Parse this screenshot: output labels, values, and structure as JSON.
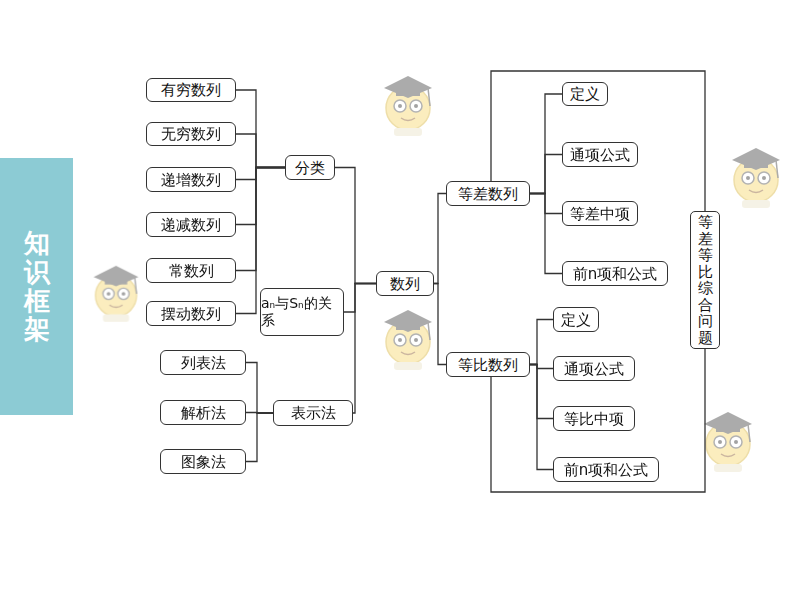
{
  "diagram": {
    "nodes": [
      {
        "text": [
          "知识框架"
        ]
      },
      {
        "text": [
          "有穷数列"
        ]
      },
      {
        "text": [
          "无穷数列"
        ]
      },
      {
        "text": [
          "递增数列"
        ]
      },
      {
        "text": [
          "递减数列"
        ]
      },
      {
        "text": [
          "常数列"
        ]
      },
      {
        "text": [
          "摆动数列"
        ]
      },
      {
        "text": [
          "分类"
        ]
      },
      {
        "text": [
          "aₙ与Sₙ的关系"
        ]
      },
      {
        "text": [
          "列表法"
        ]
      },
      {
        "text": [
          "解析法"
        ]
      },
      {
        "text": [
          "图象法"
        ]
      },
      {
        "text": [
          "表示法"
        ]
      },
      {
        "text": [
          "数列"
        ]
      },
      {
        "text": [
          "等差数列"
        ]
      },
      {
        "text": [
          "定义"
        ]
      },
      {
        "text": [
          "通项公式"
        ]
      },
      {
        "text": [
          "等差中项"
        ]
      },
      {
        "text": [
          "前n项和公式"
        ]
      },
      {
        "text": [
          "等比数列"
        ]
      },
      {
        "text": [
          "定义"
        ]
      },
      {
        "text": [
          "通项公式"
        ]
      },
      {
        "text": [
          "等比中项"
        ]
      },
      {
        "text": [
          "前n项和公式"
        ]
      },
      {
        "text": [
          "等差等比综合问题"
        ]
      }
    ],
    "edges": [
      {
        "from": 7,
        "to": 1,
        "arrow": "none"
      },
      {
        "from": 7,
        "to": 2,
        "arrow": "none"
      },
      {
        "from": 7,
        "to": 3,
        "arrow": "none"
      },
      {
        "from": 7,
        "to": 4,
        "arrow": "none"
      },
      {
        "from": 7,
        "to": 5,
        "arrow": "none"
      },
      {
        "from": 7,
        "to": 6,
        "arrow": "none"
      },
      {
        "from": 12,
        "to": 9,
        "arrow": "none"
      },
      {
        "from": 12,
        "to": 10,
        "arrow": "none"
      },
      {
        "from": 12,
        "to": 11,
        "arrow": "none"
      },
      {
        "from": 13,
        "to": 7,
        "arrow": "none"
      },
      {
        "from": 13,
        "to": 8,
        "arrow": "none"
      },
      {
        "from": 13,
        "to": 12,
        "arrow": "none"
      },
      {
        "from": 13,
        "to": 14,
        "arrow": "none"
      },
      {
        "from": 13,
        "to": 19,
        "arrow": "none"
      },
      {
        "from": 14,
        "to": 15,
        "arrow": "none"
      },
      {
        "from": 14,
        "to": 16,
        "arrow": "none"
      },
      {
        "from": 14,
        "to": 17,
        "arrow": "none"
      },
      {
        "from": 14,
        "to": 18,
        "arrow": "none"
      },
      {
        "from": 19,
        "to": 20,
        "arrow": "none"
      },
      {
        "from": 19,
        "to": 21,
        "arrow": "none"
      },
      {
        "from": 19,
        "to": 22,
        "arrow": "none"
      },
      {
        "from": 19,
        "to": 23,
        "arrow": "none"
      },
      {
        "from": 14,
        "to": 24,
        "arrow": "none"
      },
      {
        "from": 19,
        "to": 24,
        "arrow": "none"
      }
    ]
  }
}
